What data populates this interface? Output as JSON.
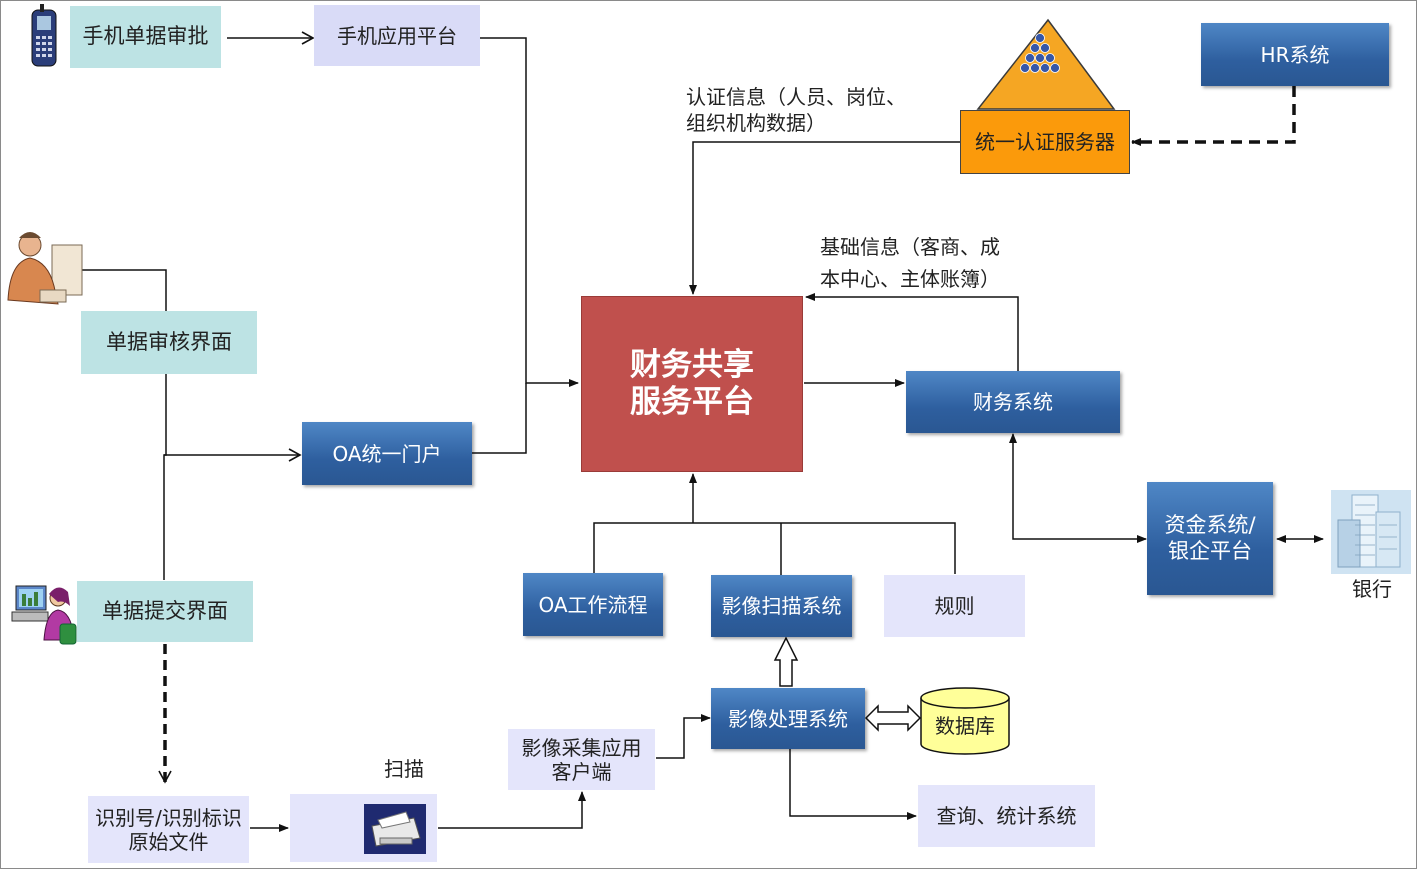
{
  "nodes": {
    "mobile_approval": "手机单据审批",
    "mobile_platform": "手机应用平台",
    "review_ui": "单据审核界面",
    "oa_portal": "OA统一门户",
    "core_line1": "财务共享",
    "core_line2": "服务平台",
    "finance_system": "财务系统",
    "auth_server": "统一认证服务器",
    "hr_system": "HR系统",
    "treasury_line1": "资金系统/",
    "treasury_line2": "银企平台",
    "bank": "银行",
    "oa_workflow": "OA工作流程",
    "image_scan_system": "影像扫描系统",
    "rules": "规则",
    "image_processing": "影像处理系统",
    "database": "数据库",
    "capture_client_line1": "影像采集应用",
    "capture_client_line2": "客户端",
    "scan": "扫描",
    "id_doc_line1": "识别号/识别标识",
    "id_doc_line2": "原始文件",
    "submit_ui": "单据提交界面",
    "query_stats": "查询、统计系统"
  },
  "annotations": {
    "auth_info_line1": "认证信息（人员、岗位、",
    "auth_info_line2": "组织机构数据）",
    "base_info_line1": "基础信息（客商、成",
    "base_info_line2": "本中心、主体账簿）"
  },
  "colors": {
    "core": "#c0504d",
    "blue_box": "#2e5f9f",
    "teal_box": "#bde3e4",
    "lavender_box": "#d9dbf7",
    "auth_server": "#fb9a0b",
    "pyramid": "#f5a623",
    "database": "#ffff99"
  },
  "icons": {
    "mobile": "mobile-phone-icon",
    "reviewer": "reviewer-person-icon",
    "submitter": "submitter-person-icon",
    "scanner": "scanner-icon",
    "bank": "bank-building-icon",
    "pyramid": "pyramid-icon",
    "database": "database-cylinder-icon"
  }
}
